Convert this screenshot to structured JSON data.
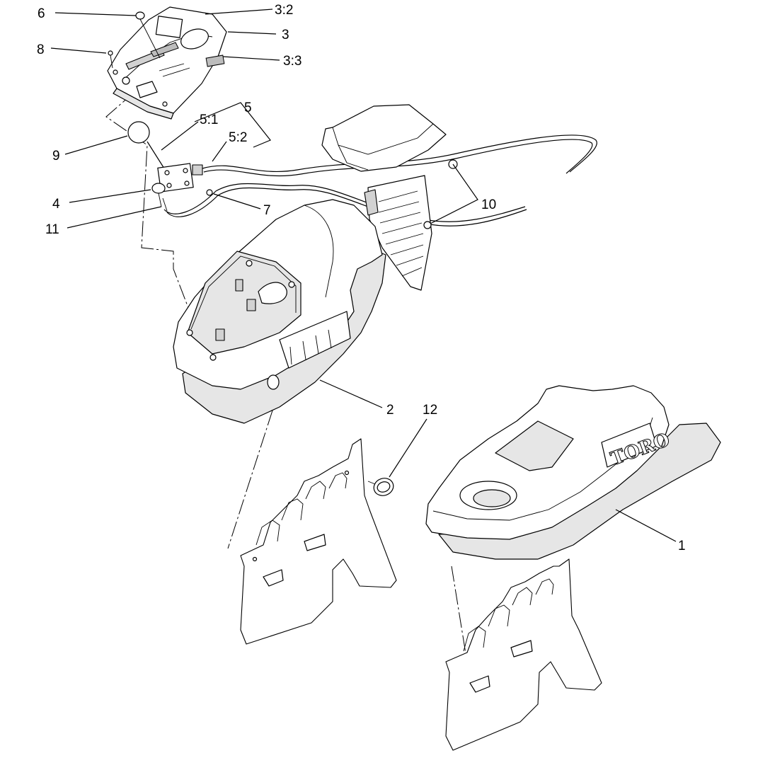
{
  "callouts": {
    "c1": "1",
    "c2": "2",
    "c3": "3",
    "c3_2": "3:2",
    "c3_3": "3:3",
    "c4": "4",
    "c5": "5",
    "c5_1": "5:1",
    "c5_2": "5:2",
    "c6": "6",
    "c7": "7",
    "c8": "8",
    "c9": "9",
    "c10": "10",
    "c11": "11",
    "c12": "12"
  },
  "logos": {
    "toro": "TORO"
  }
}
